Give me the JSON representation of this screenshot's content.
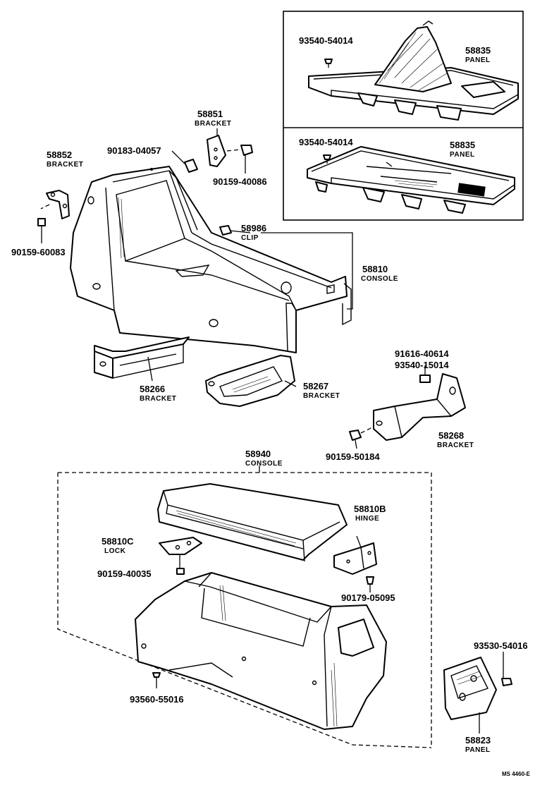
{
  "labels": {
    "p93540_54014_a": "93540-54014",
    "p58835_a": "58835",
    "p58835_a_name": "PANEL",
    "p93540_54014_b": "93540-54014",
    "p58835_b": "58835",
    "p58835_b_name": "PANEL",
    "p58851": "58851",
    "p58851_name": "BRACKET",
    "p90183_04057": "90183-04057",
    "p90159_40086": "90159-40086",
    "p58852": "58852",
    "p58852_name": "BRACKET",
    "p90159_60083": "90159-60083",
    "p58986": "58986",
    "p58986_name": "CLIP",
    "p58810": "58810",
    "p58810_name": "CONSOLE",
    "p58266": "58266",
    "p58266_name": "BRACKET",
    "p58267": "58267",
    "p58267_name": "BRACKET",
    "p91616_40614": "91616-40614",
    "p93540_15014": "93540-15014",
    "p58268": "58268",
    "p58268_name": "BRACKET",
    "p90159_50184": "90159-50184",
    "p58940": "58940",
    "p58940_name": "CONSOLE",
    "p58810C": "58810C",
    "p58810C_name": "LOCK",
    "p58810B": "58810B",
    "p58810B_name": "HINGE",
    "p90159_40035": "90159-40035",
    "p90179_05095": "90179-05095",
    "p93530_54016": "93530-54016",
    "p93560_55016": "93560-55016",
    "p58823": "58823",
    "p58823_name": "PANEL",
    "ref_code": "MS 4460-E"
  }
}
